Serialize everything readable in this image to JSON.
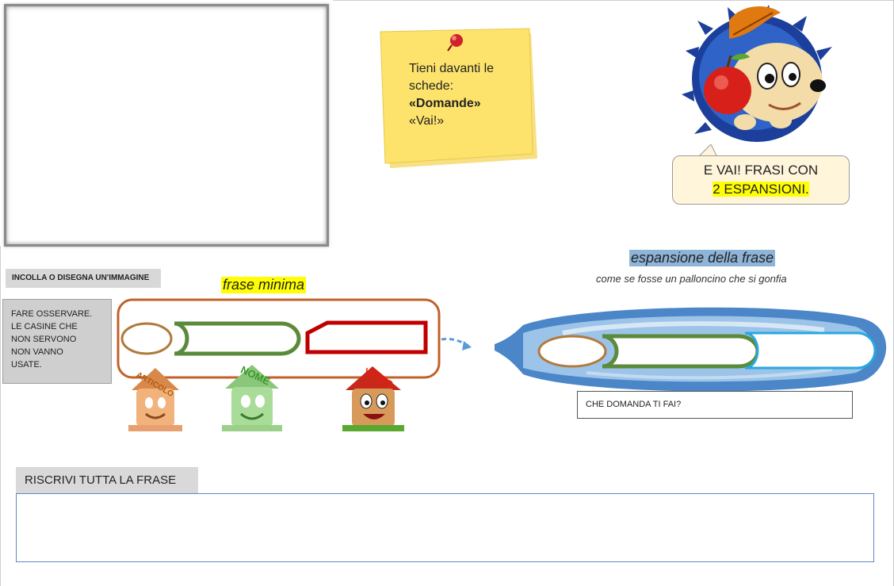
{
  "note": {
    "line1": "Tieni davanti le",
    "line2": "schede:",
    "line3": "«Domande»",
    "line4": "«Vai!»"
  },
  "bubble": {
    "line1": "E VAI! FRASI CON",
    "line2": "2 ESPANSIONI."
  },
  "incolla_label": "INCOLLA  O DISEGNA UN'IMMAGINE",
  "osservare": {
    "line1": "FARE OSSERVARE.",
    "line2": "LE CASINE CHE",
    "line3": "NON SERVONO",
    "line4": "NON  VANNO",
    "line5": "USATE."
  },
  "frase_minima": "frase minima",
  "espansione": {
    "title": "espansione della frase",
    "subtitle": "come se fosse  un palloncino che si gonfia"
  },
  "houses": {
    "articolo": "ARTICOLO",
    "nome": "NOME",
    "verbo": "VERBO"
  },
  "domanda_label": "CHE DOMANDA TI FAI?",
  "riscrivi_label": "RISCRIVI TUTTA LA FRASE",
  "colors": {
    "articolo": "#b07a3a",
    "nome": "#5a8a3a",
    "verbo": "#c00000",
    "frame_border": "#c0622a",
    "expansion": "#29a8e0",
    "highlight": "#ffff00"
  }
}
